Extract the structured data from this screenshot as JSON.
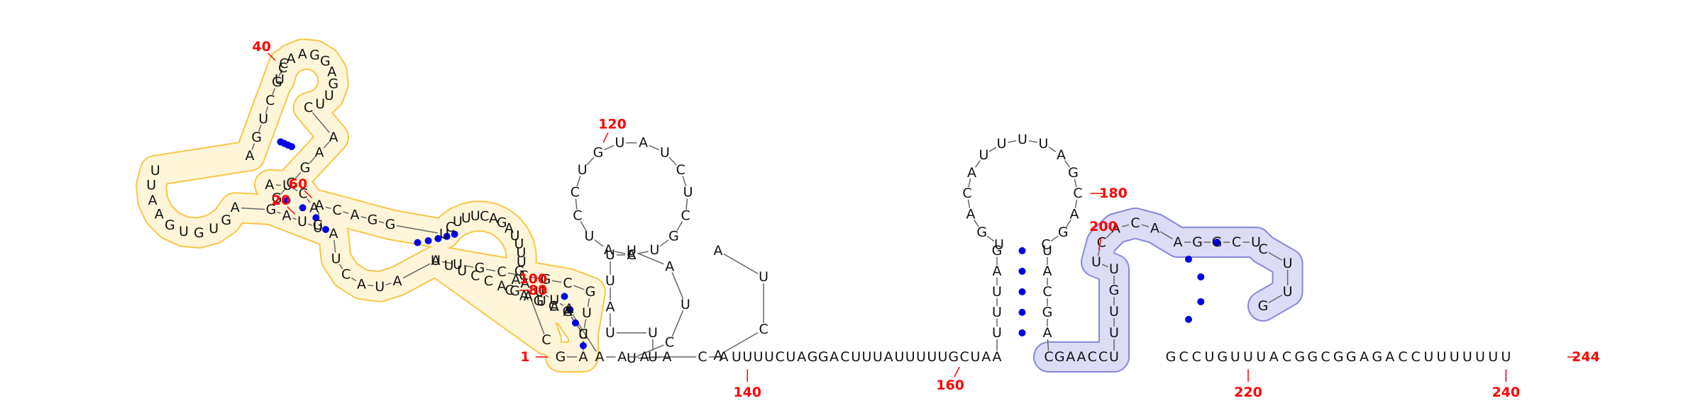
{
  "colors": {
    "nucleotide": "#111111",
    "backbone": "#666666",
    "pair_dot": "#0000e6",
    "position_label": "#ff0000",
    "domain1_fill": "#fff6d9",
    "domain1_stroke": "#f7c64a",
    "domain1_accent": "#fcd55a",
    "domain2_fill": "#dcdcf6",
    "domain2_stroke": "#8787d9",
    "domain2_accent": "#a6a6ec"
  },
  "sequence": "GACUGCGCCGUUAUACUAUUAGAGUGUGAAUUAGUCGCUCAAGGAGUUCAAGCGAUCAGACAGGUCUUUCAGAUUUUGACAGCAUGAUAGACCUUACAUUAAAAAUCUAUAUGCUCUAUGUCCUACUUAUUUCAACUAUUUUCUAGGACUUUAUUUUUGCUAAUUUAGUGACAUUUUAGCAGCUACGACGAACCUUUGUUCACAAGGCUCUUGGCCUGUUUACGGCGGAGACCUUUUUUU",
  "position_labels": [
    "1",
    "20",
    "40",
    "60",
    "80",
    "100",
    "120",
    "140",
    "160",
    "180",
    "200",
    "220",
    "240",
    "244"
  ]
}
